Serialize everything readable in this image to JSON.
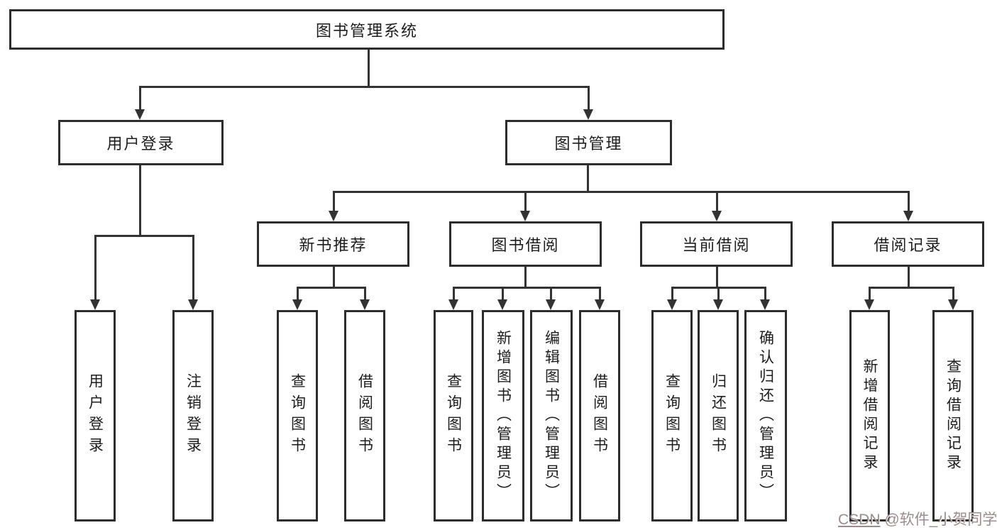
{
  "diagram": {
    "root": "图书管理系统",
    "branches": {
      "user_login": {
        "label": "用户登录",
        "children": [
          "用户登录",
          "注销登录"
        ]
      },
      "book_management": {
        "label": "图书管理",
        "sections": {
          "new_book": {
            "label": "新书推荐",
            "children": [
              "查询图书",
              "借阅图书"
            ]
          },
          "borrow": {
            "label": "图书借阅",
            "children": [
              "查询图书",
              "新增图书（管理员）",
              "编辑图书（管理员）",
              "借阅图书"
            ]
          },
          "current": {
            "label": "当前借阅",
            "children": [
              "查询图书",
              "归还图书",
              "确认归还（管理员）"
            ]
          },
          "records": {
            "label": "借阅记录",
            "children": [
              "新增借阅记录",
              "查询借阅记录"
            ]
          }
        }
      }
    }
  },
  "watermark": {
    "brand": "CSDN",
    "handle": "@软件_小贺同学"
  },
  "colors": {
    "background": "#ffffff",
    "box_border": "#2d2d2d",
    "connector_line": "#333333",
    "text": "#1d1d1d",
    "watermark_text": "#9c8c8c"
  }
}
